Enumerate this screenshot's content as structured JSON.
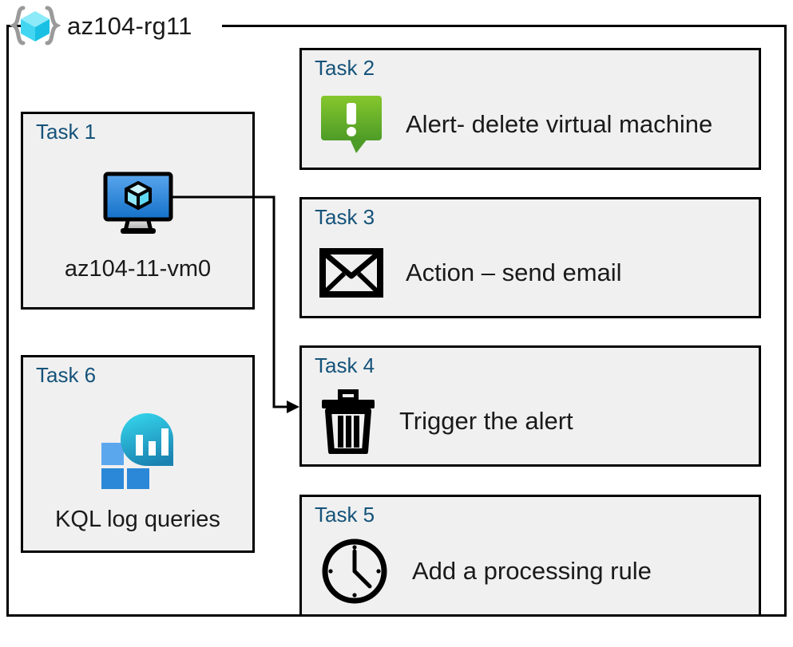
{
  "resource_group": {
    "name": "az104-rg11",
    "icon": "azure-resource-group-icon"
  },
  "tasks": [
    {
      "id": "task-1",
      "label": "Task 1",
      "text": "az104-11-vm0",
      "icon": "virtual-machine-icon",
      "column": "left"
    },
    {
      "id": "task-6",
      "label": "Task 6",
      "text": "KQL log queries",
      "icon": "log-analytics-icon",
      "column": "left"
    },
    {
      "id": "task-2",
      "label": "Task 2",
      "text": "Alert- delete virtual machine",
      "icon": "alert-bubble-icon",
      "column": "right"
    },
    {
      "id": "task-3",
      "label": "Task 3",
      "text": "Action – send email",
      "icon": "envelope-icon",
      "column": "right"
    },
    {
      "id": "task-4",
      "label": "Task 4",
      "text": "Trigger the alert",
      "icon": "trash-can-icon",
      "column": "right"
    },
    {
      "id": "task-5",
      "label": "Task 5",
      "text": "Add a processing rule",
      "icon": "clock-icon",
      "column": "right"
    }
  ],
  "connector": {
    "from": "task-1-vm-icon",
    "to": "task-4-card",
    "arrow": "arrowhead-right"
  },
  "colors": {
    "task_label": "#15537a",
    "card_fill": "#f0f0f0",
    "border": "#000000",
    "alert_green_light": "#7fba2b",
    "alert_green_dark": "#55a32a",
    "vm_blue_light": "#53a1ec",
    "vm_blue_dark": "#1571c6",
    "cube_cyan": "#6fe3f5",
    "log_square_light": "#5ba7ee",
    "log_square_dark": "#2b88d8",
    "log_circle_top": "#31cbe8",
    "log_circle_bottom": "#1b87b5"
  }
}
